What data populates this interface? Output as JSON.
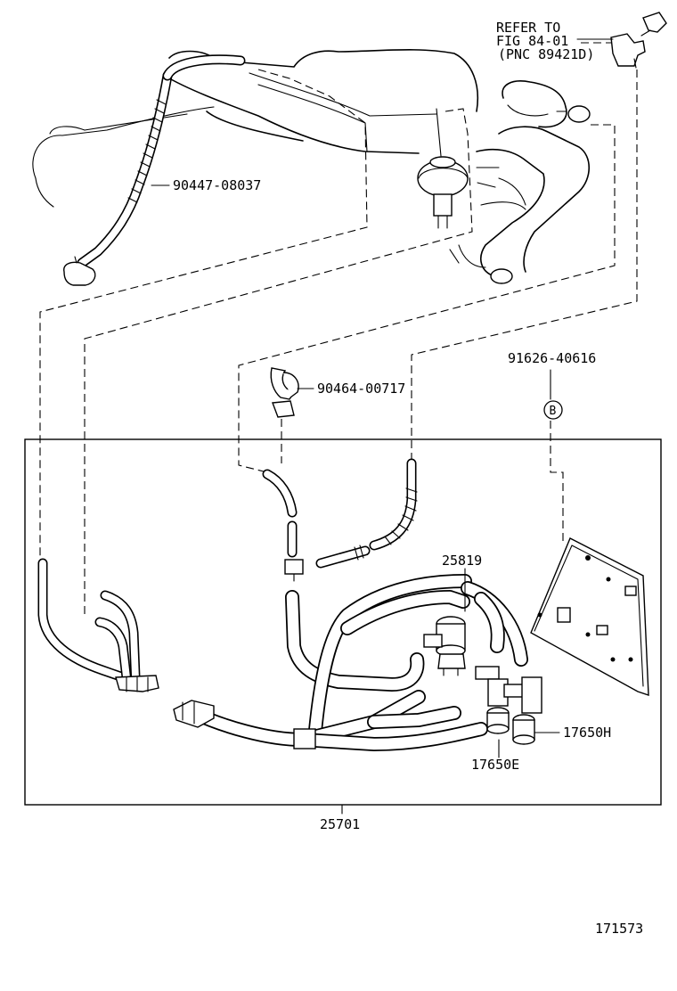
{
  "labels": {
    "refer_line1": "REFER TO",
    "refer_line2": "FIG 84-01",
    "refer_line3": "(PNC 89421D)",
    "part_90447": "90447-08037",
    "part_90464": "90464-00717",
    "part_91626": "91626-40616",
    "callout_b": "B",
    "part_25819": "25819",
    "part_17650H": "17650H",
    "part_17650E": "17650E",
    "part_25701": "25701",
    "figure_number": "171573"
  }
}
